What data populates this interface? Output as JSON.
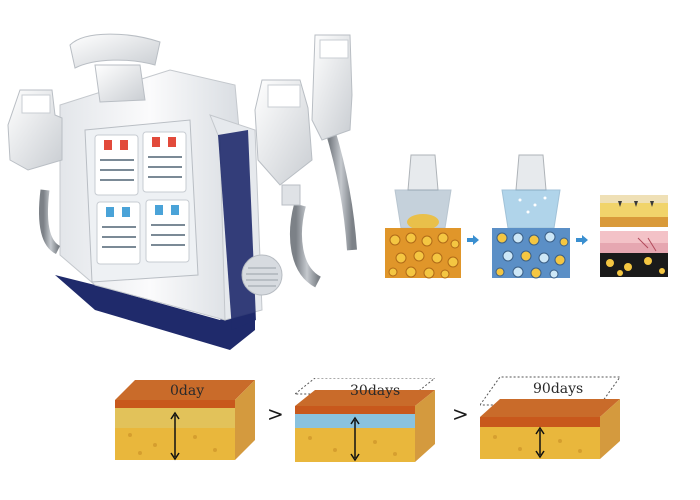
{
  "stages": [
    {
      "label": "0day"
    },
    {
      "label": "30days"
    },
    {
      "label": "90days"
    }
  ],
  "separators": [
    ">",
    ">"
  ],
  "colors": {
    "machine_body": "#f4f5f7",
    "machine_trim": "#1f2a6b",
    "handle_gray": "#a9adb3",
    "skin_top": "#c8581c",
    "fat_yellow": "#e9b73c",
    "cool_blue": "#6db3d6"
  }
}
